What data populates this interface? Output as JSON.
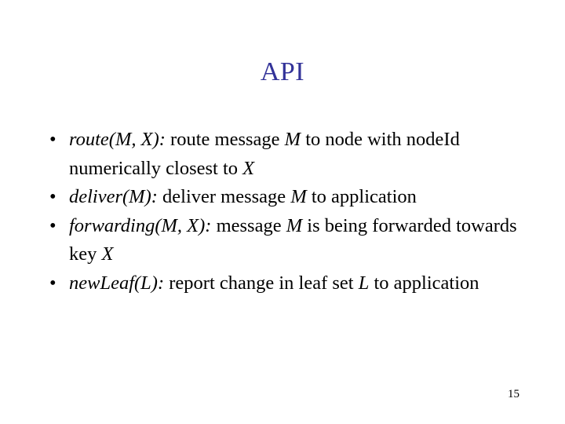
{
  "slide": {
    "title": "API",
    "title_color": "#333399",
    "background_color": "#ffffff",
    "text_color": "#000000",
    "bullet_marker": "•",
    "page_number": "15",
    "bullets": [
      {
        "api_name": "route(M, X):",
        "segments": [
          {
            "text": " route message ",
            "style": "roman"
          },
          {
            "text": "M",
            "style": "italic"
          },
          {
            "text": " to node with nodeId numerically closest to ",
            "style": "roman"
          },
          {
            "text": "X",
            "style": "italic"
          }
        ],
        "plain_text": "route(M, X): route message M to node with nodeId numerically closest to X"
      },
      {
        "api_name": "deliver(M):",
        "segments": [
          {
            "text": " deliver message ",
            "style": "roman"
          },
          {
            "text": "M",
            "style": "italic"
          },
          {
            "text": " to application",
            "style": "roman"
          }
        ],
        "plain_text": "deliver(M): deliver message M to application"
      },
      {
        "api_name": "forwarding(M, X):",
        "segments": [
          {
            "text": " message ",
            "style": "roman"
          },
          {
            "text": "M",
            "style": "italic"
          },
          {
            "text": " is being forwarded towards key ",
            "style": "roman"
          },
          {
            "text": "X",
            "style": "italic"
          }
        ],
        "plain_text": "forwarding(M, X): message M is being forwarded towards key X"
      },
      {
        "api_name": "newLeaf(L):",
        "segments": [
          {
            "text": " report change in leaf set ",
            "style": "roman"
          },
          {
            "text": "L",
            "style": "italic"
          },
          {
            "text": " to application",
            "style": "roman"
          }
        ],
        "plain_text": "newLeaf(L): report change in leaf set L to application"
      }
    ]
  }
}
